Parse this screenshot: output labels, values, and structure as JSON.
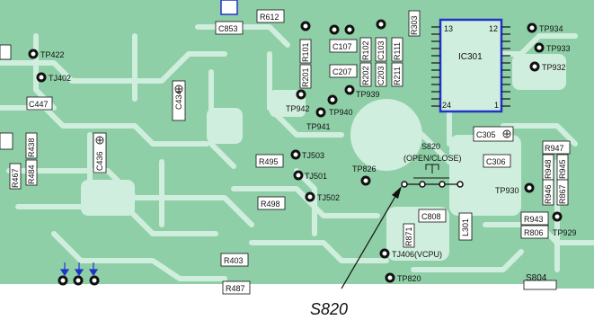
{
  "colors": {
    "board": "#8fcfa7",
    "copper": "#cfeedd",
    "ic_outline": "#2233cc",
    "ink": "#111111"
  },
  "labels": {
    "R612": "R612",
    "C853": "C853",
    "R101": "R101",
    "C107": "C107",
    "R102": "R102",
    "C103": "C103",
    "R111": "R111",
    "R303": "R303",
    "TP934": "TP934",
    "TP933": "TP933",
    "TP932": "TP932",
    "IC301": "IC301",
    "pin13": "13",
    "pin12": "12",
    "pin24": "24",
    "pin1": "1",
    "TP422": "TP422",
    "TJ402": "TJ402",
    "C207": "C207",
    "R201": "R201",
    "R202": "R202",
    "C203": "C203",
    "R211": "R211",
    "TP939": "TP939",
    "C447": "C447",
    "C434": "C434",
    "TP942": "TP942",
    "TP940": "TP940",
    "TP941": "TP941",
    "R438": "R438",
    "C436": "C436",
    "C305": "C305",
    "R947": "R947",
    "R467": "R467",
    "R484": "R484",
    "R495": "R495",
    "TJ503": "TJ503",
    "S820": "S820",
    "S820_sub": "(OPEN/CLOSE)",
    "TP826": "TP826",
    "TJ501": "TJ501",
    "C306": "C306",
    "R948": "R948",
    "R945": "R945",
    "R946": "R946",
    "R867": "R867",
    "TP930": "TP930",
    "R498": "R498",
    "TJ502": "TJ502",
    "C808": "C808",
    "L301": "L301",
    "R943": "R943",
    "R806": "R806",
    "TP929": "TP929",
    "R871": "R871",
    "TJ406": "TJ406(VCPU)",
    "R403": "R403",
    "TP820": "TP820",
    "S804": "S804",
    "R487": "R487",
    "caption": "S820"
  }
}
